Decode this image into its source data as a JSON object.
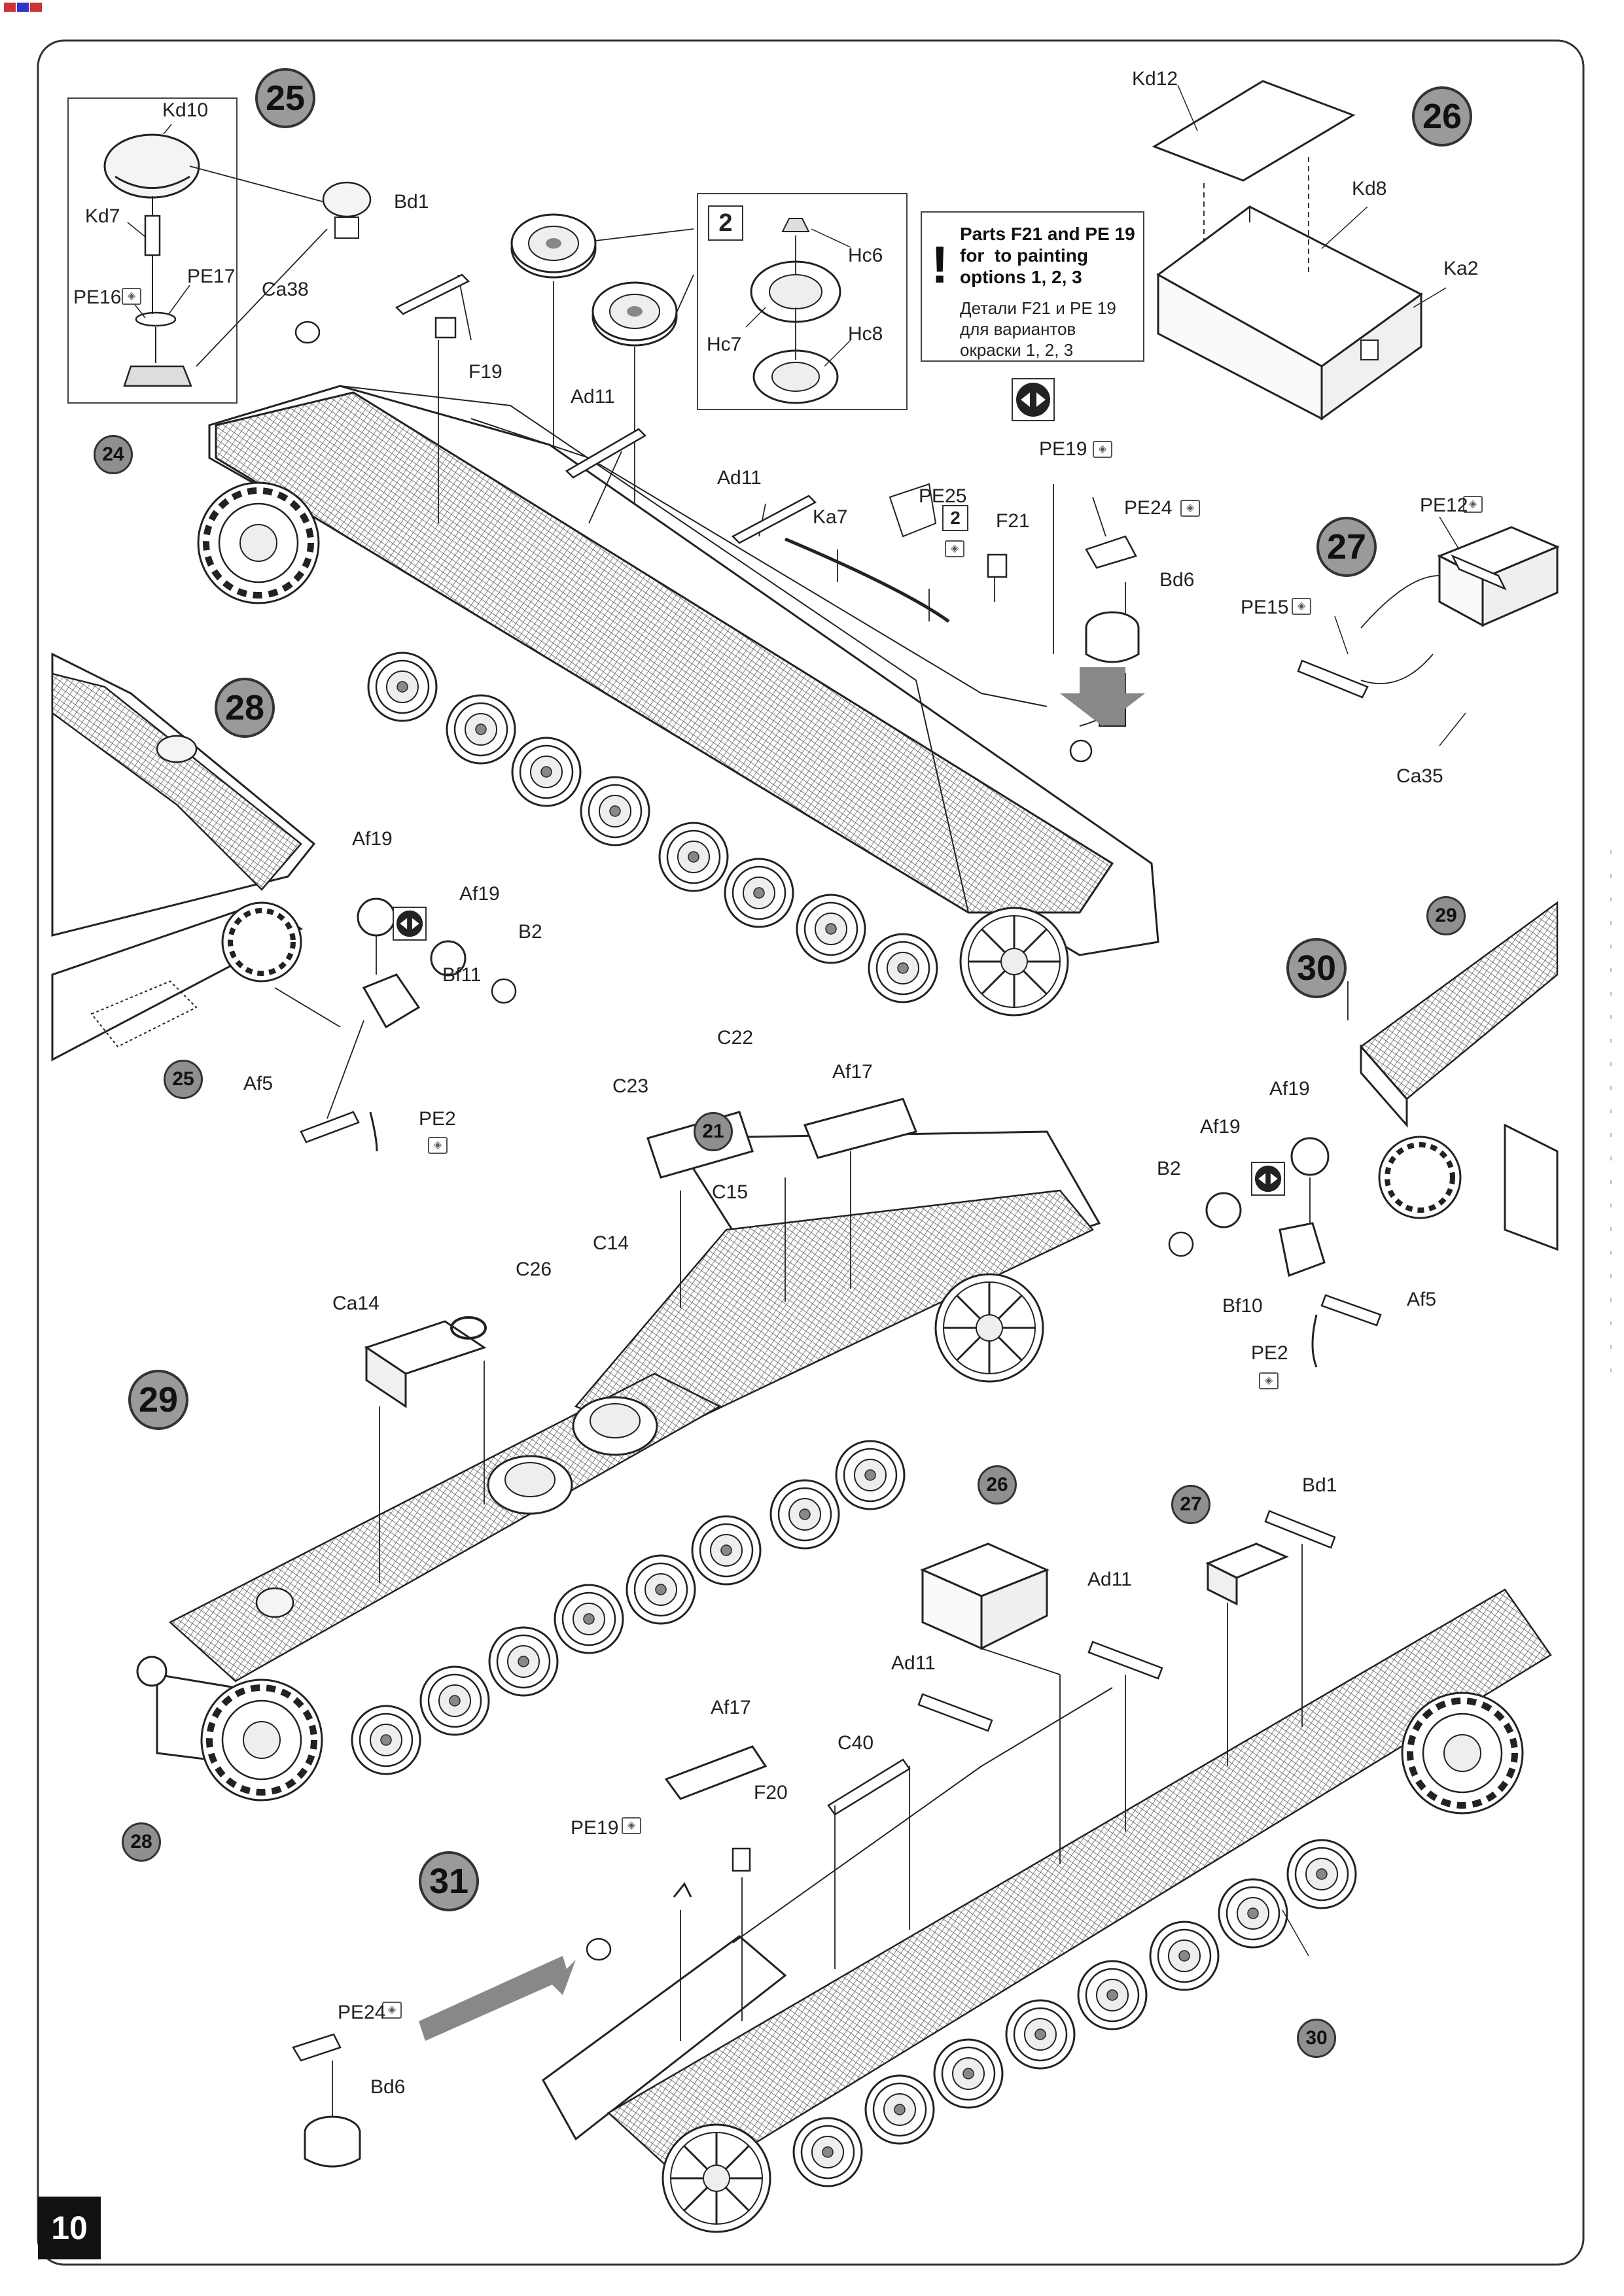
{
  "page": {
    "number": "10"
  },
  "steps": [
    "25",
    "26",
    "27",
    "28",
    "29",
    "30",
    "31"
  ],
  "sub_steps": [
    "24",
    "21",
    "25",
    "29",
    "28",
    "26",
    "27",
    "30"
  ],
  "note": {
    "en": "Parts F21 and PE 19\nfor  to painting\noptions 1, 2, 3",
    "ru": "Детали F21 и PE 19\nдля вариантов\nокраски 1, 2, 3"
  },
  "multiplier": "2",
  "icons": {
    "photo_etch": "photo-etch-icon",
    "symmetric": "symmetric-mirror-icon",
    "arrow": "install-direction-arrow"
  },
  "parts": {
    "kd10": "Kd10",
    "kd7": "Kd7",
    "pe16": "PE16",
    "pe17": "PE17",
    "bd1_a": "Bd1",
    "ca38": "Ca38",
    "f19": "F19",
    "ad11_a": "Ad11",
    "hc6": "Hc6",
    "hc7": "Hc7",
    "hc8": "Hc8",
    "kd12": "Kd12",
    "kd8": "Kd8",
    "ka2": "Ka2",
    "pe19_a": "PE19",
    "pe24_a": "PE24",
    "bd6_a": "Bd6",
    "f21": "F21",
    "ad11_b": "Ad11",
    "ka7": "Ka7",
    "pe25": "PE25",
    "pe12": "PE12",
    "pe15": "PE15",
    "ca35": "Ca35",
    "af19_a": "Af19",
    "af19_b": "Af19",
    "b2_a": "B2",
    "bf11": "Bf11",
    "af5_a": "Af5",
    "pe2_a": "PE2",
    "c22": "C22",
    "c23": "C23",
    "af17_a": "Af17",
    "c15": "C15",
    "c14": "C14",
    "ca14": "Ca14",
    "c26": "C26",
    "af19_c": "Af19",
    "af19_d": "Af19",
    "b2_b": "B2",
    "bf10": "Bf10",
    "af5_b": "Af5",
    "pe2_b": "PE2",
    "bd1_b": "Bd1",
    "ad11_c": "Ad11",
    "ad11_d": "Ad11",
    "af17_b": "Af17",
    "c40": "C40",
    "pe19_b": "PE19",
    "f20": "F20",
    "pe24_b": "PE24",
    "bd6_b": "Bd6"
  }
}
